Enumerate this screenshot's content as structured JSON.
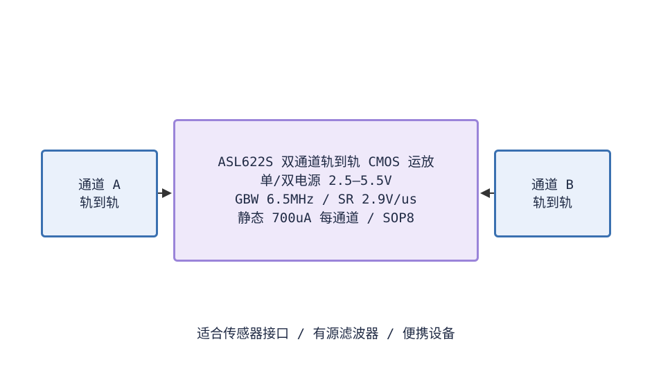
{
  "nodes": {
    "channel_a": {
      "lines": [
        "通道 A",
        "轨到轨"
      ]
    },
    "main": {
      "lines": [
        "ASL622S 双通道轨到轨 CMOS 运放",
        "单/双电源 2.5–5.5V",
        "GBW 6.5MHz / SR 2.9V/us",
        "静态 700uA 每通道 / SOP8"
      ]
    },
    "channel_b": {
      "lines": [
        "通道 B",
        "轨到轨"
      ]
    }
  },
  "edges": [
    {
      "from": "channel_a",
      "to": "main"
    },
    {
      "from": "channel_b",
      "to": "main"
    }
  ],
  "caption": "适合传感器接口 / 有源滤波器 / 便携设备",
  "colors": {
    "side_border": "#3a70b0",
    "side_fill": "#eaf1fb",
    "main_border": "#9a84d9",
    "main_fill": "#efe9fa",
    "arrow": "#333333"
  }
}
